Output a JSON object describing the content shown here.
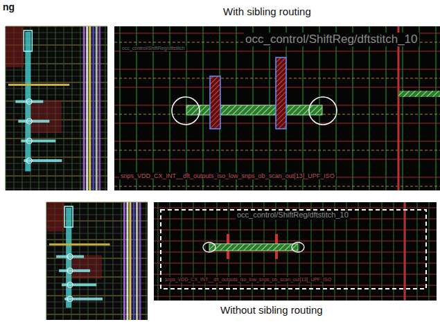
{
  "diagram": {
    "title": "With sibling routing",
    "caption": "Without sibling routing",
    "labels": [
      "ng",
      "occ_control/ShiftReg/dftstitch_10",
      "occ_control/ShiftReg/dftstitch",
      "snps_VDD_CX_INT__dft_outputs_iso_low_snps_ob_scan_out[13]_UPF_ISO",
      "occ_control/ShiftReg/dftstitch_10",
      "snps_VDD_CX_INT__dft_outputs_iso_low_snps_ob_scan_out[13]_UPF_ISO"
    ]
  }
}
